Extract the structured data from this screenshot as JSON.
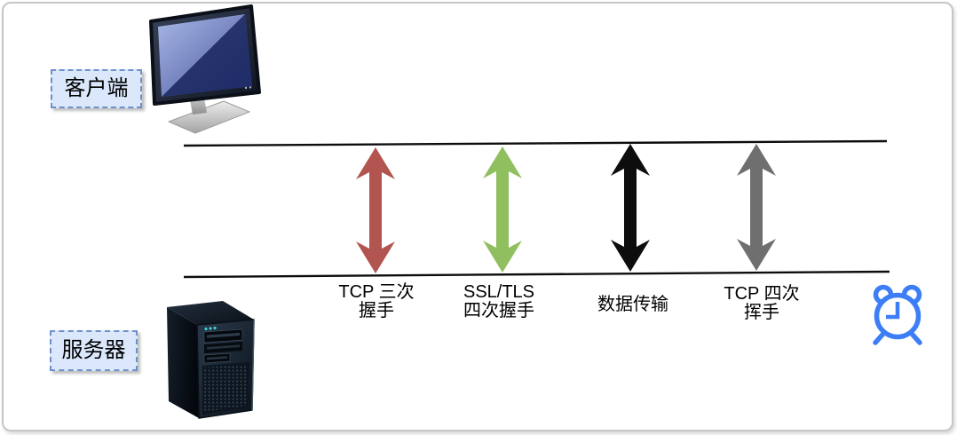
{
  "diagram": {
    "participants": {
      "client": {
        "label": "客户端",
        "icon": "desktop-monitor-icon"
      },
      "server": {
        "label": "服务器",
        "icon": "server-tower-icon"
      }
    },
    "timeline": {
      "line_color": "#0d0d0d"
    },
    "steps": [
      {
        "label": "TCP 三次\n握手",
        "arrow_color": "#b25450"
      },
      {
        "label": "SSL/TLS\n四次握手",
        "arrow_color": "#90bf60"
      },
      {
        "label": "数据传输",
        "arrow_color": "#0d0d0d"
      },
      {
        "label": "TCP 四次\n挥手",
        "arrow_color": "#6f6f6f"
      }
    ],
    "timer_icon": {
      "name": "alarm-clock-icon",
      "color": "#3d7ef6"
    },
    "label_box": {
      "fill": "#dbe8fc",
      "border": "#6e8fc9"
    }
  }
}
